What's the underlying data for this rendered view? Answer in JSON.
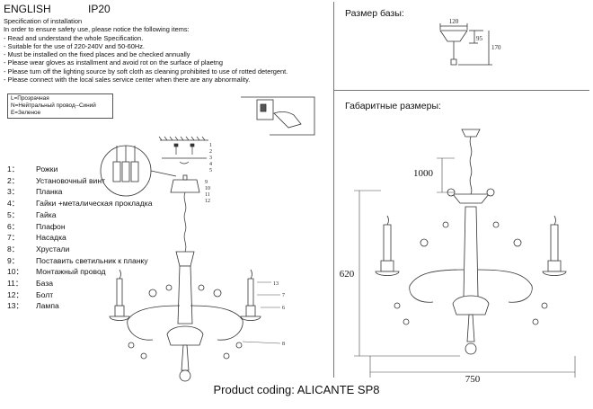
{
  "header": {
    "language": "ENGLISH",
    "protection": "IP20"
  },
  "specification": {
    "title": "Specification of installation",
    "intro": "In order to ensure safety use, please notice the following items:",
    "items": [
      "- Read and understand the whole Specification.",
      "- Suitable for the use of 220-240V and 50-60Hz.",
      "- Must be installed on the fixed places and be checked annually",
      "- Please wear gloves as installment and avoid rot on the surface of plaetng",
      "- Please turn off the lighting source by soft cloth as cleaning prohibited to use of rotted detergent.",
      "- Please connect with the local sales service center when there are any abnormality."
    ]
  },
  "wiring_legend": [
    "L=Прозрачная",
    "N=Нейтральный провод--Синий",
    "E=Зеленое"
  ],
  "parts": [
    {
      "num": "1：",
      "label": "Рожки"
    },
    {
      "num": "2：",
      "label": "Установочный винт"
    },
    {
      "num": "3：",
      "label": "Планка"
    },
    {
      "num": "4：",
      "label": "Гайки +металическая прокладка"
    },
    {
      "num": "5：",
      "label": "Гайка"
    },
    {
      "num": "6：",
      "label": "Плафон"
    },
    {
      "num": "7：",
      "label": "Насадка"
    },
    {
      "num": "8：",
      "label": "Хрустали"
    },
    {
      "num": "9：",
      "label": "Поставить светильник к планку"
    },
    {
      "num": "10：",
      "label": "Монтажный провод"
    },
    {
      "num": "11：",
      "label": "База"
    },
    {
      "num": "12：",
      "label": "Болт"
    },
    {
      "num": "13：",
      "label": "Лампа"
    }
  ],
  "base_section": {
    "title": "Размер базы:",
    "dims": {
      "width": "120",
      "depth": "95",
      "height": "170"
    }
  },
  "dimensions_section": {
    "title": "Габаритные размеры:",
    "dims": {
      "chain": "1000",
      "height": "620",
      "width": "750"
    }
  },
  "caption": "Product coding: ALICANTE SP8",
  "diagram_callouts": {
    "ceiling": [
      "1",
      "2",
      "3",
      "4",
      "5"
    ],
    "bracket": [
      "9",
      "10",
      "11",
      "12"
    ],
    "arm": [
      "13",
      "7",
      "6",
      "8"
    ]
  }
}
